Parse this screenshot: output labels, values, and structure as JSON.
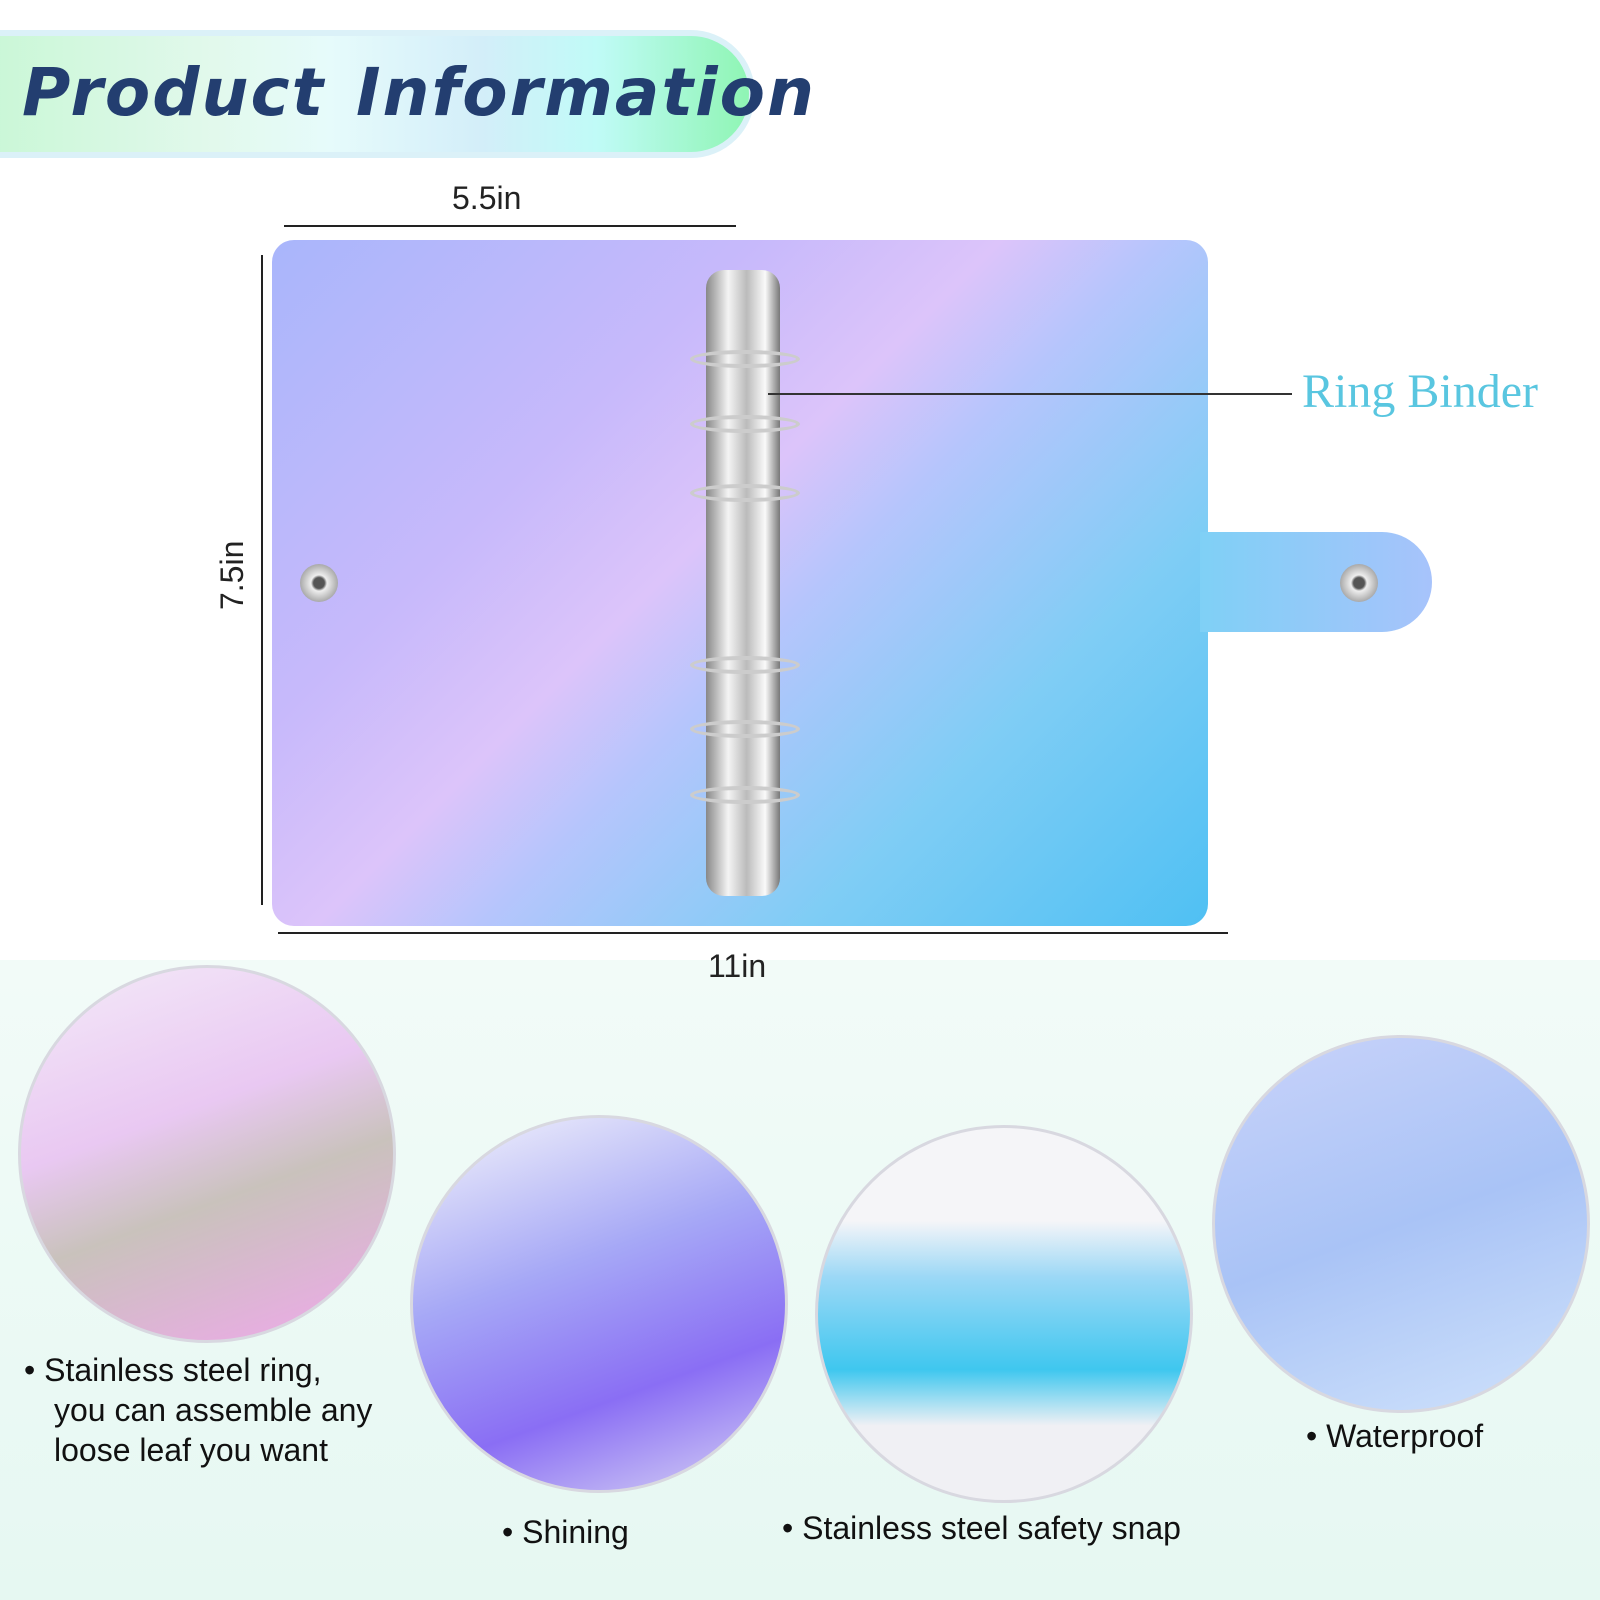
{
  "banner": {
    "word1": "Product",
    "word2": "Information"
  },
  "dimensions": {
    "width_half": "5.5in",
    "height": "7.5in",
    "width_full": "11in"
  },
  "callout": "Ring Binder",
  "features": [
    {
      "lines": [
        "• Stainless steel ring,",
        "you can assemble any",
        "loose leaf you want"
      ]
    },
    {
      "lines": [
        "• Shining"
      ]
    },
    {
      "lines": [
        "• Stainless steel safety snap"
      ]
    },
    {
      "lines": [
        "•  Waterproof"
      ]
    }
  ]
}
